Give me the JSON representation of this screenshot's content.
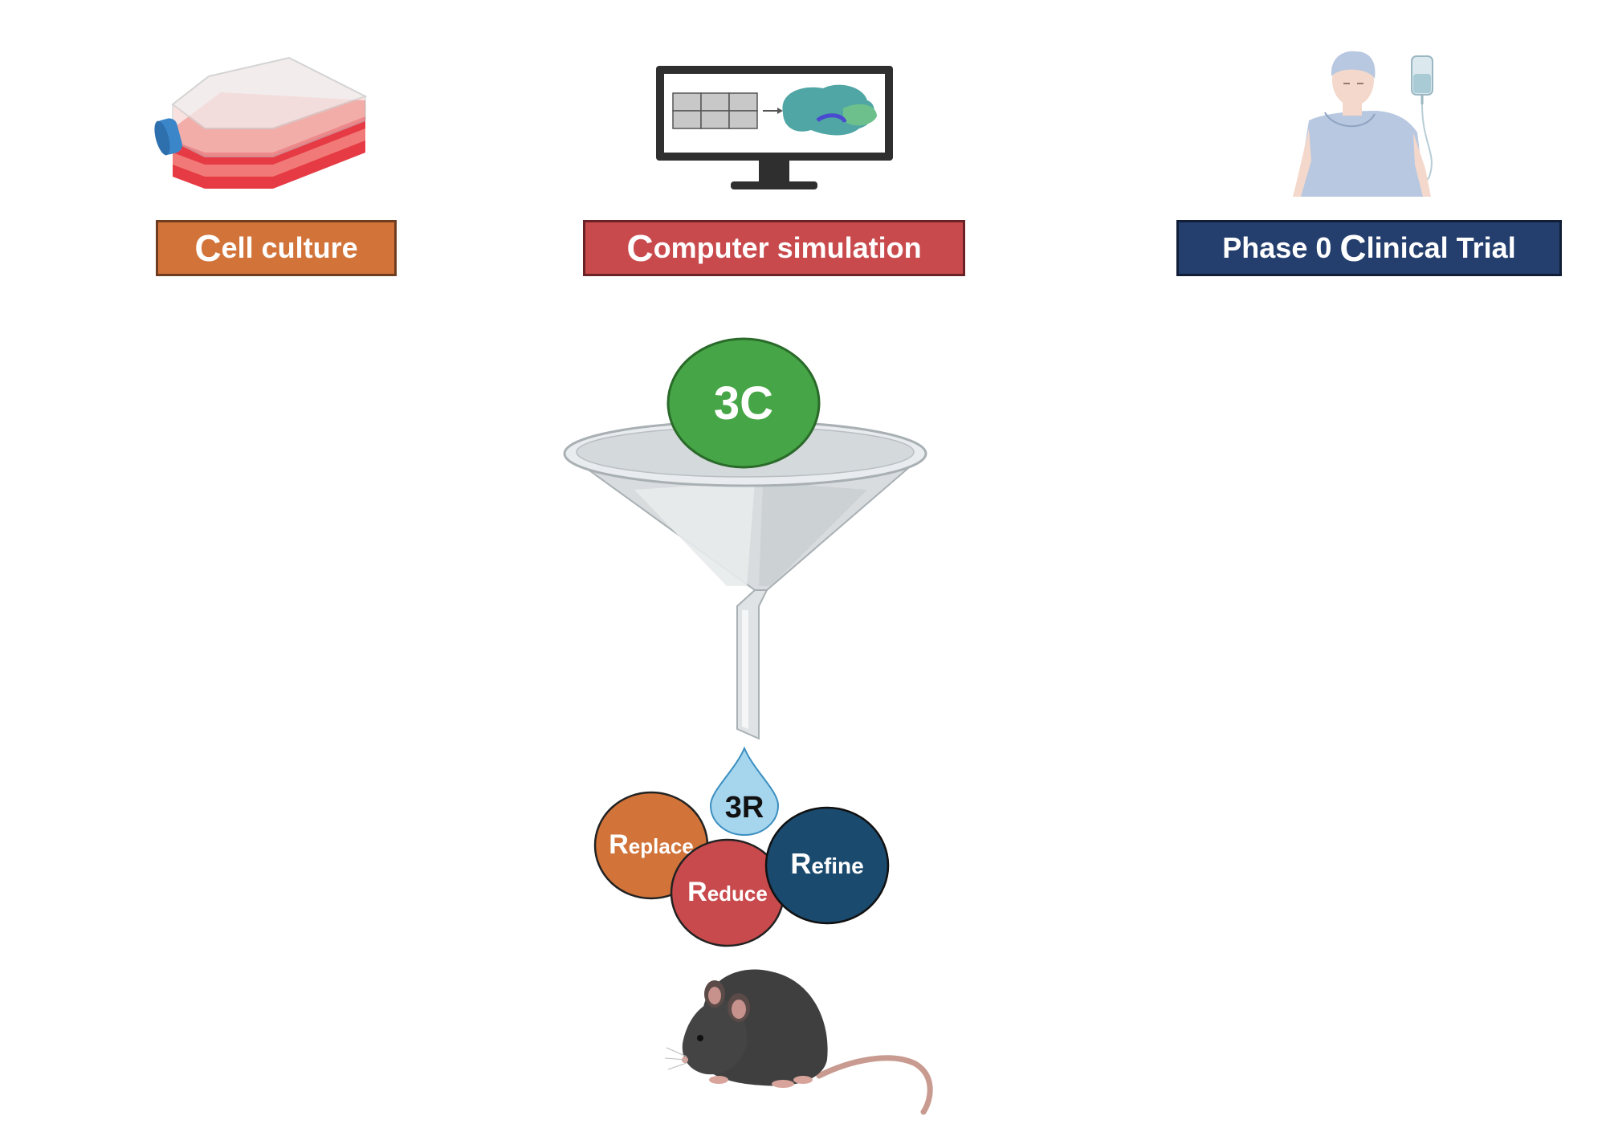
{
  "top_labels": {
    "cell_culture": {
      "first": "C",
      "rest": "ell culture"
    },
    "computer_simulation": {
      "first": "C",
      "rest": "omputer simulation"
    },
    "phase0": {
      "pre": "Phase 0 ",
      "first": "C",
      "rest": "linical Trial"
    }
  },
  "funnel": {
    "badge": "3C"
  },
  "drop": {
    "label": "3R"
  },
  "circles": {
    "replace": {
      "first": "R",
      "rest": "eplace"
    },
    "reduce": {
      "first": "R",
      "rest": "educe"
    },
    "refine": {
      "first": "R",
      "rest": "efine"
    }
  },
  "colors": {
    "cell_culture": "#d2743a",
    "computer_simulation": "#c94a4c",
    "phase0": "#243f6e",
    "badge_3c": "#46a546",
    "replace": "#d2743a",
    "reduce": "#c94a4c",
    "refine": "#1a4a6e"
  },
  "icons": {
    "cell_culture": "cell-culture-flask-icon",
    "computer": "computer-monitor-icon",
    "patient": "patient-iv-drip-icon",
    "funnel": "funnel-icon",
    "drop": "water-drop-icon",
    "mouse": "mouse-icon"
  }
}
